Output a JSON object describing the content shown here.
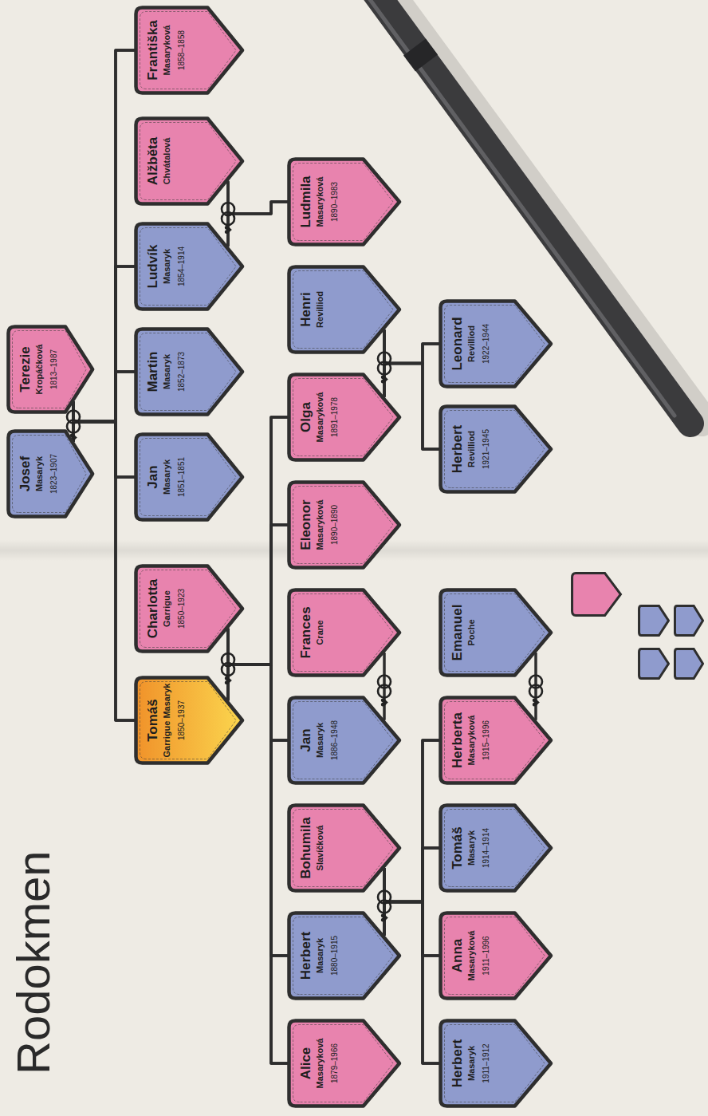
{
  "diagram": {
    "title": "Rodokmen",
    "nodes": [
      {
        "text": [
          "Josef",
          "Masaryk",
          "1823–1907"
        ]
      },
      {
        "text": [
          "Terezie",
          "Kropáčková",
          "1813–1987"
        ]
      },
      {
        "text": [
          "Tomáš",
          "Garrigue Masaryk",
          "1850–1937"
        ]
      },
      {
        "text": [
          "Charlotta",
          "Garrigue",
          "1850–1923"
        ]
      },
      {
        "text": [
          "Jan",
          "Masaryk",
          "1851–1851"
        ]
      },
      {
        "text": [
          "Martin",
          "Masaryk",
          "1852–1873"
        ]
      },
      {
        "text": [
          "Ludvík",
          "Masaryk",
          "1854–1914"
        ]
      },
      {
        "text": [
          "Alžběta",
          "Chvátalová"
        ]
      },
      {
        "text": [
          "Františka",
          "Masaryková",
          "1858–1858"
        ]
      },
      {
        "text": [
          "Alice",
          "Masaryková",
          "1879–1966"
        ]
      },
      {
        "text": [
          "Herbert",
          "Masaryk",
          "1880–1915"
        ]
      },
      {
        "text": [
          "Bohumila",
          "Slavíčková"
        ]
      },
      {
        "text": [
          "Jan",
          "Masaryk",
          "1886–1948"
        ]
      },
      {
        "text": [
          "Frances",
          "Crane"
        ]
      },
      {
        "text": [
          "Eleonor",
          "Masaryková",
          "1890–1890"
        ]
      },
      {
        "text": [
          "Olga",
          "Masaryková",
          "1891–1978"
        ]
      },
      {
        "text": [
          "Henri",
          "Revilliod"
        ]
      },
      {
        "text": [
          "Ludmila",
          "Masaryková",
          "1890–1983"
        ]
      },
      {
        "text": [
          "Herbert",
          "Masaryk",
          "1911–1912"
        ]
      },
      {
        "text": [
          "Anna",
          "Masaryková",
          "1911–1996"
        ]
      },
      {
        "text": [
          "Tomáš",
          "Masaryk",
          "1914–1914"
        ]
      },
      {
        "text": [
          "Herberta",
          "Masaryková",
          "1915–1996"
        ]
      },
      {
        "text": [
          "Emanuel",
          "Poche"
        ]
      },
      {
        "text": [
          "Herbert",
          "Revilliod",
          "1921–1945"
        ]
      },
      {
        "text": [
          "Leonard",
          "Revilliod",
          "1922–1944"
        ]
      }
    ],
    "edges": [
      {
        "from": 0,
        "to": 1,
        "arrow": "none"
      },
      {
        "from": 0,
        "to": 2,
        "arrow": "none"
      },
      {
        "from": 1,
        "to": 2,
        "arrow": "none"
      },
      {
        "from": 0,
        "to": 4,
        "arrow": "none"
      },
      {
        "from": 1,
        "to": 4,
        "arrow": "none"
      },
      {
        "from": 0,
        "to": 5,
        "arrow": "none"
      },
      {
        "from": 1,
        "to": 5,
        "arrow": "none"
      },
      {
        "from": 0,
        "to": 6,
        "arrow": "none"
      },
      {
        "from": 1,
        "to": 6,
        "arrow": "none"
      },
      {
        "from": 0,
        "to": 8,
        "arrow": "none"
      },
      {
        "from": 1,
        "to": 8,
        "arrow": "none"
      },
      {
        "from": 2,
        "to": 3,
        "arrow": "none"
      },
      {
        "from": 2,
        "to": 9,
        "arrow": "none"
      },
      {
        "from": 3,
        "to": 9,
        "arrow": "none"
      },
      {
        "from": 2,
        "to": 10,
        "arrow": "none"
      },
      {
        "from": 3,
        "to": 10,
        "arrow": "none"
      },
      {
        "from": 2,
        "to": 12,
        "arrow": "none"
      },
      {
        "from": 3,
        "to": 12,
        "arrow": "none"
      },
      {
        "from": 2,
        "to": 14,
        "arrow": "none"
      },
      {
        "from": 3,
        "to": 14,
        "arrow": "none"
      },
      {
        "from": 2,
        "to": 15,
        "arrow": "none"
      },
      {
        "from": 3,
        "to": 15,
        "arrow": "none"
      },
      {
        "from": 6,
        "to": 7,
        "arrow": "none"
      },
      {
        "from": 6,
        "to": 17,
        "arrow": "none"
      },
      {
        "from": 7,
        "to": 17,
        "arrow": "none"
      },
      {
        "from": 10,
        "to": 11,
        "arrow": "none"
      },
      {
        "from": 10,
        "to": 18,
        "arrow": "none"
      },
      {
        "from": 11,
        "to": 18,
        "arrow": "none"
      },
      {
        "from": 10,
        "to": 19,
        "arrow": "none"
      },
      {
        "from": 11,
        "to": 19,
        "arrow": "none"
      },
      {
        "from": 10,
        "to": 20,
        "arrow": "none"
      },
      {
        "from": 11,
        "to": 20,
        "arrow": "none"
      },
      {
        "from": 10,
        "to": 21,
        "arrow": "none"
      },
      {
        "from": 11,
        "to": 21,
        "arrow": "none"
      },
      {
        "from": 12,
        "to": 13,
        "arrow": "none"
      },
      {
        "from": 15,
        "to": 16,
        "arrow": "none"
      },
      {
        "from": 15,
        "to": 23,
        "arrow": "none"
      },
      {
        "from": 16,
        "to": 23,
        "arrow": "none"
      },
      {
        "from": 15,
        "to": 24,
        "arrow": "none"
      },
      {
        "from": 16,
        "to": 24,
        "arrow": "none"
      },
      {
        "from": 21,
        "to": 22,
        "arrow": "none"
      }
    ]
  }
}
